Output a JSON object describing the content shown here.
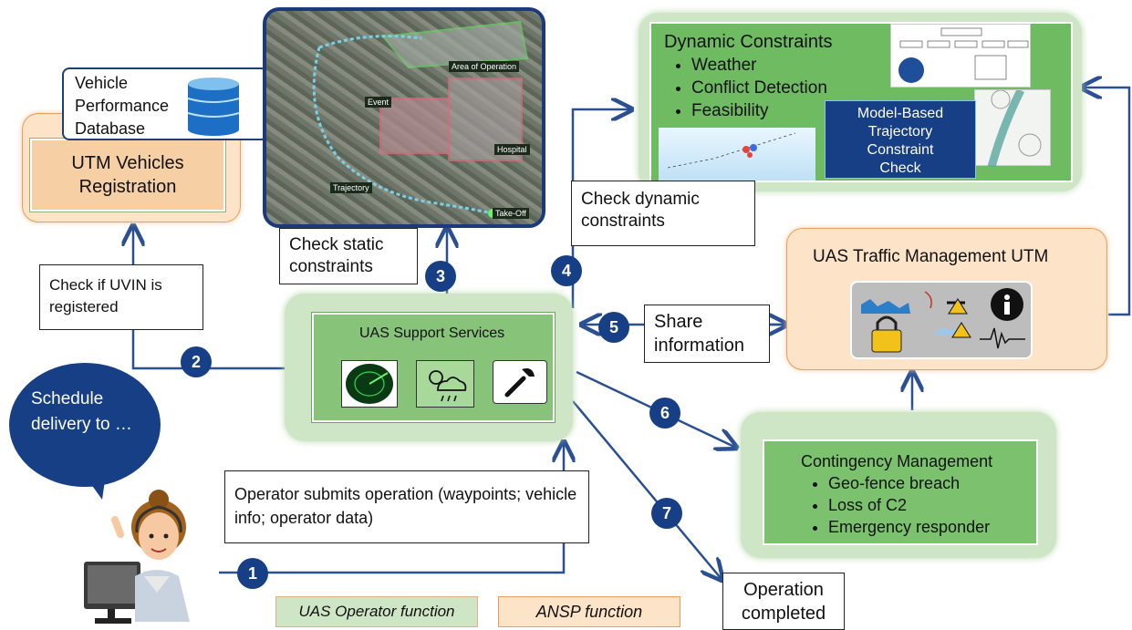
{
  "vehicle_db": {
    "label": "Vehicle Performance Database"
  },
  "registration": {
    "title": "UTM Vehicles Registration"
  },
  "map": {
    "area_label": "Area of Operation",
    "event_label": "Event",
    "hospital_label": "Hospital",
    "trajectory_label": "Trajectory",
    "takeoff_label": "Take-Off"
  },
  "dynamic": {
    "title": "Dynamic Constraints",
    "items": [
      "Weather",
      "Conflict Detection",
      "Feasibility"
    ],
    "model_check": "Model-Based Trajectory Constraint Check"
  },
  "check_dynamic": "Check dynamic constraints",
  "check_static": "Check static constraints",
  "check_uvin": "Check if UVIN is registered",
  "support": {
    "title": "UAS Support Services"
  },
  "share": "Share information",
  "utm": {
    "title": "UAS Traffic Management UTM"
  },
  "schedule": "Schedule delivery to …",
  "contingency": {
    "title": "Contingency Management",
    "items": [
      "Geo-fence breach",
      "Loss of C2",
      "Emergency responder"
    ]
  },
  "operator_submits": "Operator submits operation (waypoints; vehicle info; operator data)",
  "completed": "Operation completed",
  "legend": {
    "operator_fn": "UAS Operator function",
    "ansp_fn": "ANSP function"
  },
  "steps": [
    "1",
    "2",
    "3",
    "4",
    "5",
    "6",
    "7"
  ],
  "colors": {
    "navy": "#163f86",
    "green": "#6fbb62",
    "orange": "#fde3c8"
  }
}
